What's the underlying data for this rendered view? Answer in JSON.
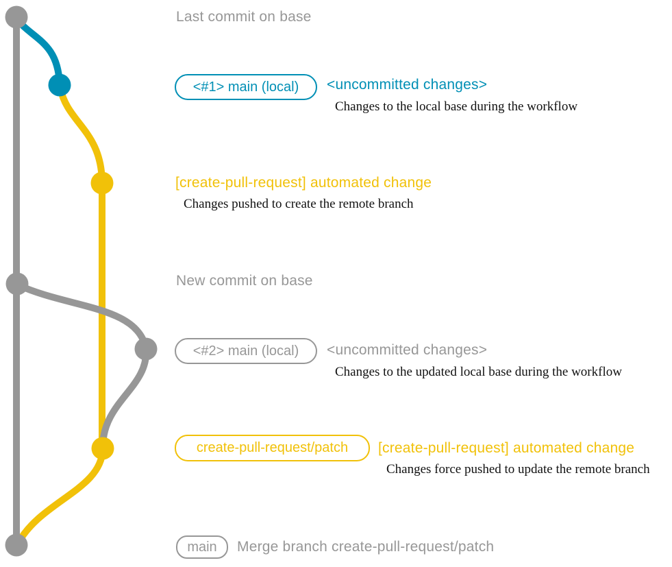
{
  "colors": {
    "gray": "#979797",
    "teal": "#008fb5",
    "yellow": "#f1c109",
    "ink": "#111111"
  },
  "labels": {
    "last_commit_on_base": "Last commit on base",
    "new_commit_on_base": "New commit on base"
  },
  "sections": {
    "local_main_1": {
      "badge": "<#1> main (local)",
      "heading": "<uncommitted changes>",
      "description": "Changes to the local base during the workflow"
    },
    "automated_change_1": {
      "heading": "[create-pull-request] automated change",
      "description": "Changes pushed to create the remote branch"
    },
    "local_main_2": {
      "badge": "<#2> main (local)",
      "heading": "<uncommitted changes>",
      "description": "Changes to the updated local base during the workflow"
    },
    "automated_change_2": {
      "badge": "create-pull-request/patch",
      "heading": "[create-pull-request] automated change",
      "description": "Changes force pushed to update the remote branch"
    },
    "merge": {
      "badge": "main",
      "message": "Merge branch create-pull-request/patch"
    }
  },
  "graph": {
    "branches": [
      "base",
      "main-local",
      "create-pull-request-patch"
    ],
    "commit_nodes": [
      "last-commit-on-base",
      "uncommitted-changes-1",
      "automated-change-1",
      "new-commit-on-base",
      "uncommitted-changes-2",
      "automated-change-2",
      "merge-commit"
    ]
  }
}
